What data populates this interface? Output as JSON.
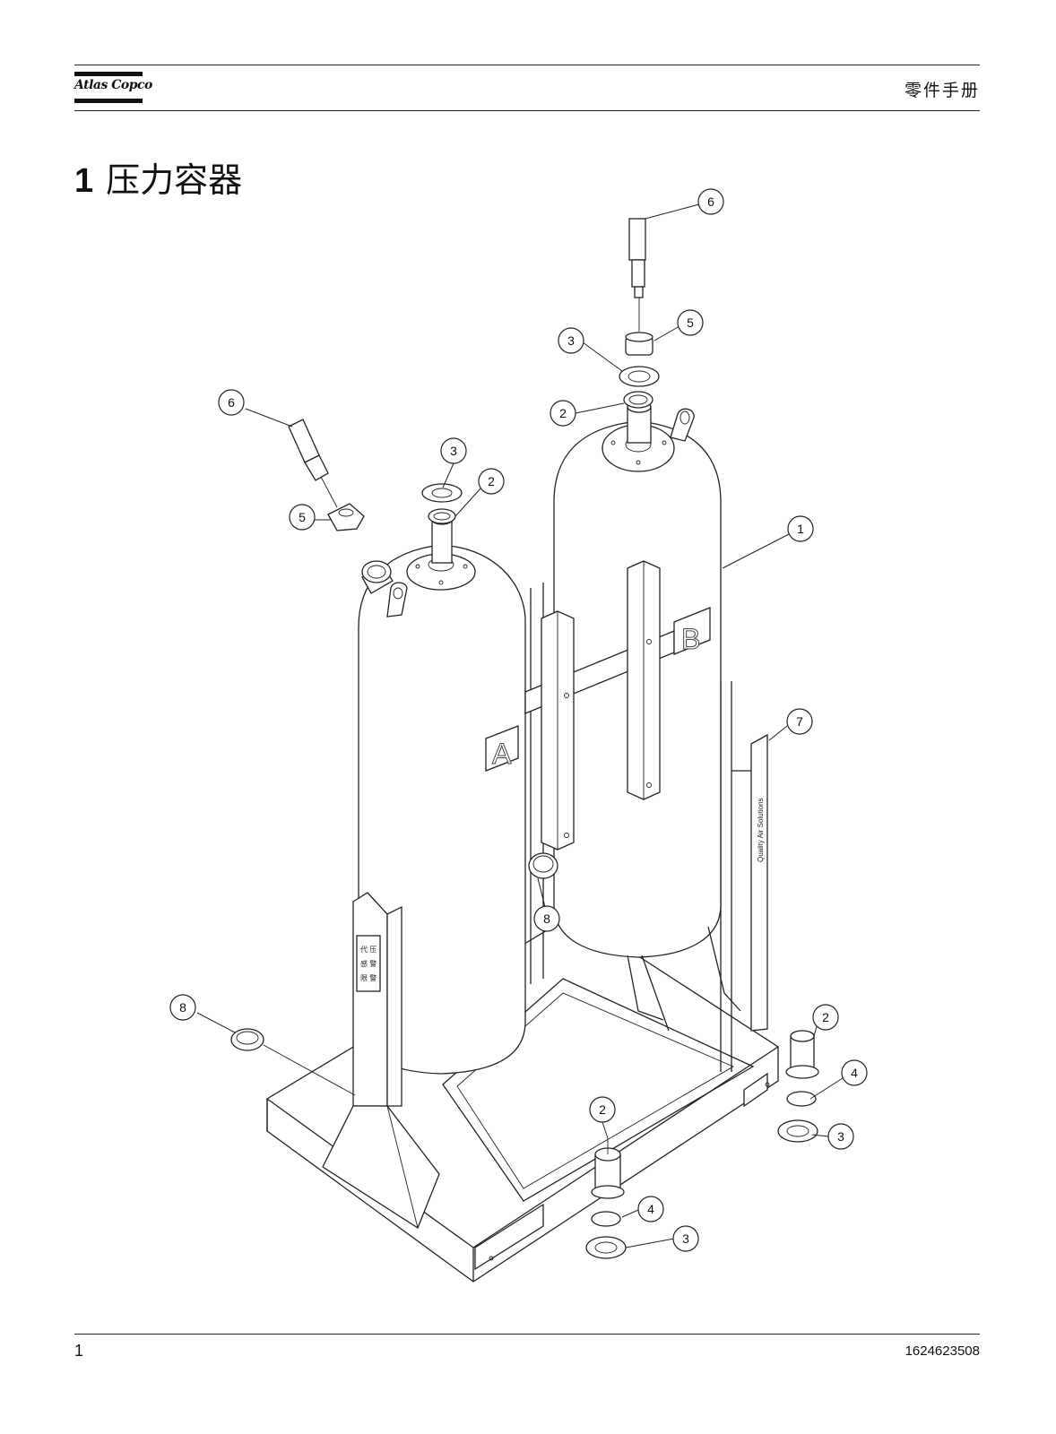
{
  "header": {
    "brand": "Atlas Copco",
    "doc_type": "零件手册"
  },
  "chapter": {
    "number": "1",
    "title": "压力容器"
  },
  "drawing": {
    "vessel_labels": [
      "A",
      "B"
    ],
    "sign_text": "Quality Air Solutions",
    "callouts": [
      "6",
      "5",
      "3",
      "2",
      "3",
      "2",
      "6",
      "5",
      "1",
      "7",
      "8",
      "8",
      "2",
      "4",
      "3",
      "2",
      "4",
      "3"
    ]
  },
  "footer": {
    "page_number": "1",
    "document_number": "1624623508"
  }
}
